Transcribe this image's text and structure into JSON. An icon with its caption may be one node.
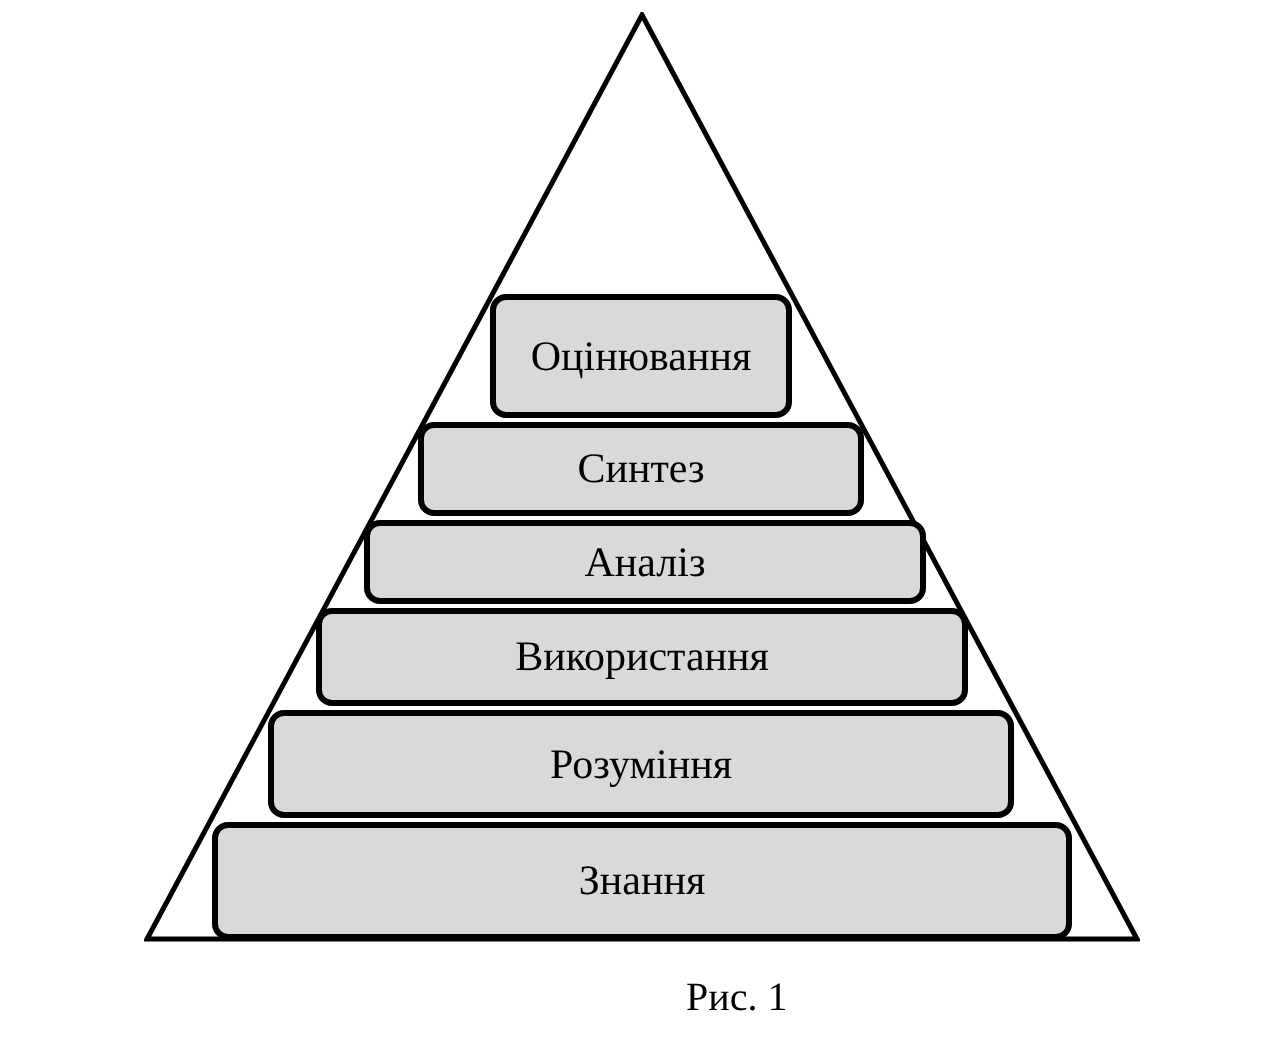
{
  "diagram": {
    "caption": "Рис. 1",
    "nodes": [
      {
        "text": [],
        "shape": "triangle"
      },
      {
        "text": [
          "Оцінювання"
        ],
        "in": 0
      },
      {
        "text": [
          "Синтез"
        ],
        "in": 0
      },
      {
        "text": [
          "Аналіз"
        ],
        "in": 0
      },
      {
        "text": [
          "Використання"
        ],
        "in": 0
      },
      {
        "text": [
          "Розуміння"
        ],
        "in": 0
      },
      {
        "text": [
          "Знання"
        ],
        "in": 0
      }
    ],
    "edges": []
  }
}
